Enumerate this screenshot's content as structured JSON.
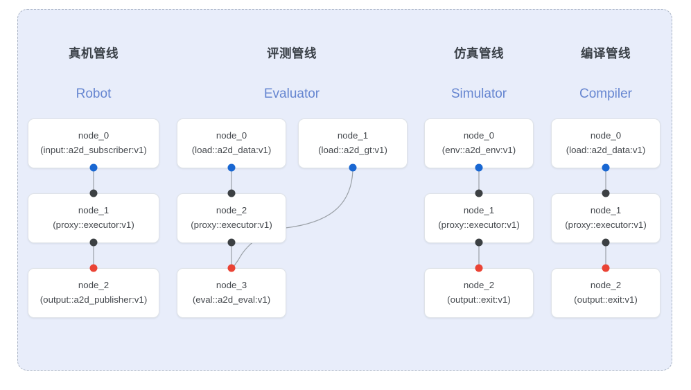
{
  "diagram": {
    "frame": {
      "style": "dashed",
      "border_color": "#a9b3c4",
      "fill_color": "#e8edfa"
    },
    "palette": {
      "input_port": "#1967d2",
      "proxy_port": "#3c4043",
      "output_port": "#ea4335",
      "edge": "#9aa0a6",
      "title": "#3b4148",
      "subtitle": "#6585d0",
      "card_bg": "#ffffff",
      "card_border": "#dfe3e8"
    },
    "columns": [
      {
        "id": "robot",
        "title": "真机管线",
        "subtitle": "Robot",
        "nodes": [
          {
            "id": "robot-0",
            "name": "node_0",
            "type": "(input::a2d_subscriber:v1)"
          },
          {
            "id": "robot-1",
            "name": "node_1",
            "type": "(proxy::executor:v1)"
          },
          {
            "id": "robot-2",
            "name": "node_2",
            "type": "(output::a2d_publisher:v1)"
          }
        ]
      },
      {
        "id": "evaluator",
        "title": "评测管线",
        "subtitle": "Evaluator",
        "nodes": [
          {
            "id": "eval-0",
            "name": "node_0",
            "type": "(load::a2d_data:v1)"
          },
          {
            "id": "eval-gt",
            "name": "node_1",
            "type": "(load::a2d_gt:v1)"
          },
          {
            "id": "eval-2",
            "name": "node_2",
            "type": "(proxy::executor:v1)"
          },
          {
            "id": "eval-3",
            "name": "node_3",
            "type": "(eval::a2d_eval:v1)"
          }
        ]
      },
      {
        "id": "simulator",
        "title": "仿真管线",
        "subtitle": "Simulator",
        "nodes": [
          {
            "id": "sim-0",
            "name": "node_0",
            "type": "(env::a2d_env:v1)"
          },
          {
            "id": "sim-1",
            "name": "node_1",
            "type": "(proxy::executor:v1)"
          },
          {
            "id": "sim-2",
            "name": "node_2",
            "type": "(output::exit:v1)"
          }
        ]
      },
      {
        "id": "compiler",
        "title": "编译管线",
        "subtitle": "Compiler",
        "nodes": [
          {
            "id": "comp-0",
            "name": "node_0",
            "type": "(load::a2d_data:v1)"
          },
          {
            "id": "comp-1",
            "name": "node_1",
            "type": "(proxy::executor:v1)"
          },
          {
            "id": "comp-2",
            "name": "node_2",
            "type": "(output::exit:v1)"
          }
        ]
      }
    ]
  }
}
